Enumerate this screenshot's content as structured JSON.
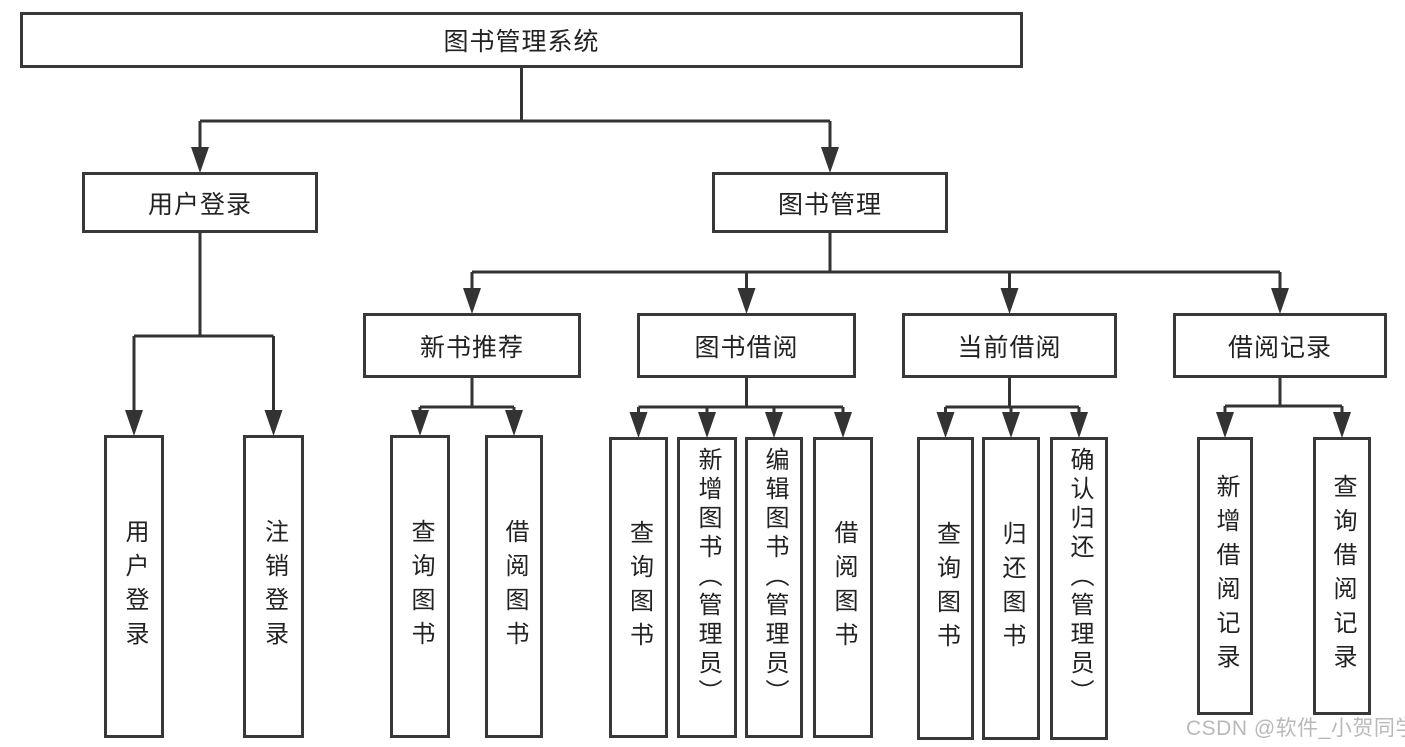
{
  "diagram": {
    "title": "图书管理系统",
    "type": "hierarchy-tree"
  },
  "colors": {
    "line": "#333333",
    "box_border": "#383838",
    "box_fill": "#ffffff",
    "text": "#222222",
    "background": "#ffffff",
    "watermark": "#b9b9b9"
  },
  "nodes": [
    {
      "id": "library-management-system",
      "label": "图书管理系统",
      "orient": "h",
      "children": [
        "user-login",
        "book-management"
      ]
    },
    {
      "id": "user-login",
      "label": "用户登录",
      "orient": "h",
      "children": [
        "user-login-action",
        "logout-action"
      ]
    },
    {
      "id": "book-management",
      "label": "图书管理",
      "orient": "h",
      "children": [
        "new-book-recommendation",
        "book-borrowing",
        "current-borrowing",
        "borrowing-records"
      ]
    },
    {
      "id": "new-book-recommendation",
      "label": "新书推荐",
      "orient": "h",
      "children": [
        "query-books-rec",
        "borrow-books-rec"
      ]
    },
    {
      "id": "book-borrowing",
      "label": "图书借阅",
      "orient": "h",
      "children": [
        "query-books-borrow",
        "add-book-admin",
        "edit-book-admin",
        "borrow-books-borrow"
      ]
    },
    {
      "id": "current-borrowing",
      "label": "当前借阅",
      "orient": "h",
      "children": [
        "query-books-current",
        "return-books",
        "confirm-return-admin"
      ]
    },
    {
      "id": "borrowing-records",
      "label": "借阅记录",
      "orient": "h",
      "children": [
        "add-borrow-record",
        "query-borrow-record"
      ]
    },
    {
      "id": "user-login-action",
      "label": "用户登录",
      "orient": "v",
      "children": []
    },
    {
      "id": "logout-action",
      "label": "注销登录",
      "orient": "v",
      "children": []
    },
    {
      "id": "query-books-rec",
      "label": "查询图书",
      "orient": "v",
      "children": []
    },
    {
      "id": "borrow-books-rec",
      "label": "借阅图书",
      "orient": "v",
      "children": []
    },
    {
      "id": "query-books-borrow",
      "label": "查询图书",
      "orient": "v",
      "children": []
    },
    {
      "id": "add-book-admin",
      "label": "新增图书（管理员）",
      "orient": "v",
      "children": []
    },
    {
      "id": "edit-book-admin",
      "label": "编辑图书（管理员）",
      "orient": "v",
      "children": []
    },
    {
      "id": "borrow-books-borrow",
      "label": "借阅图书",
      "orient": "v",
      "children": []
    },
    {
      "id": "query-books-current",
      "label": "查询图书",
      "orient": "v",
      "children": []
    },
    {
      "id": "return-books",
      "label": "归还图书",
      "orient": "v",
      "children": []
    },
    {
      "id": "confirm-return-admin",
      "label": "确认归还（管理员）",
      "orient": "v",
      "children": []
    },
    {
      "id": "add-borrow-record",
      "label": "新增借阅记录",
      "orient": "v",
      "children": []
    },
    {
      "id": "query-borrow-record",
      "label": "查询借阅记录",
      "orient": "v",
      "children": []
    }
  ],
  "watermark": {
    "text": "CSDN @软件_小贺同学"
  }
}
